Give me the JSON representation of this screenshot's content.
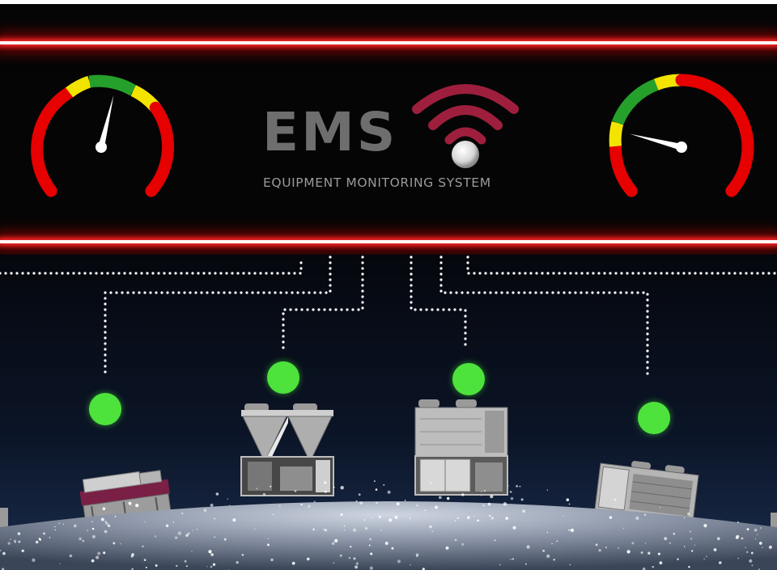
{
  "logo": {
    "title": "EMS",
    "subtitle": "EQUIPMENT MONITORING SYSTEM",
    "icon": "wifi-signal-icon"
  },
  "gauges": [
    {
      "name": "left-gauge",
      "needle_level": 0.55
    },
    {
      "name": "right-gauge",
      "needle_level": 0.22
    }
  ],
  "status_nodes": [
    {
      "name": "unit-1",
      "status": "ok"
    },
    {
      "name": "unit-2",
      "status": "ok"
    },
    {
      "name": "unit-3",
      "status": "ok"
    },
    {
      "name": "unit-4",
      "status": "ok"
    }
  ],
  "colors": {
    "neon": "#ff2a2a",
    "logo_gray": "#6e6e6e",
    "wifi": "#9e1f3d",
    "gauge_red": "#e60000",
    "gauge_yellow": "#f2e400",
    "gauge_green": "#25a02a",
    "status_ok": "#4ee23c"
  }
}
